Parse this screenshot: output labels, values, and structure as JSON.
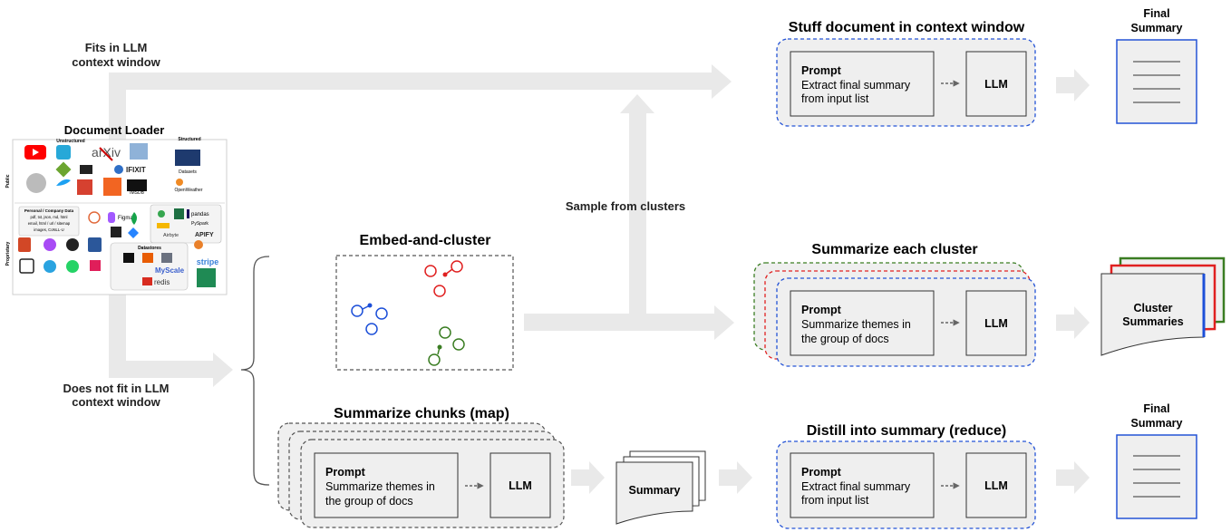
{
  "labels": {
    "fits_line1": "Fits in LLM",
    "fits_line2": "context window",
    "notfit_line1": "Does not fit in LLM",
    "notfit_line2": "context window",
    "sample": "Sample from clusters"
  },
  "loader": {
    "title": "Document Loader",
    "unstructured": "Unstructured",
    "structured": "Structured",
    "public": "Public",
    "proprietary": "Proprietary",
    "company_data_title": "Personal / Company Data",
    "company_data_l1": "pdf, txt, json, md, html",
    "company_data_l2": "email, html / url / sitemap",
    "company_data_l3": "images, CoNLL-U",
    "datastores": "Datastores",
    "arxiv": "arXiv",
    "ifixit": "IFIXIT",
    "datasets": "Datasets",
    "openweather": "OpenWeather",
    "imsdb": "IMSDB",
    "figma": "Figma",
    "pandas": "pandas",
    "pyspark": "PySpark",
    "airbyte": "Airbyte",
    "apify": "APIFY",
    "myscale": "MyScale",
    "stripe": "stripe",
    "redis": "redis"
  },
  "stuff": {
    "title": "Stuff document in context window",
    "prompt_title": "Prompt",
    "prompt_l1": "Extract final summary",
    "prompt_l2": "from input list",
    "llm": "LLM"
  },
  "final_top": {
    "line1": "Final",
    "line2": "Summary"
  },
  "embed": {
    "title": "Embed-and-cluster"
  },
  "cluster": {
    "title": "Summarize each cluster",
    "prompt_title": "Prompt",
    "prompt_l1": "Summarize themes in",
    "prompt_l2": "the group of docs",
    "llm": "LLM"
  },
  "cluster_summaries": {
    "line1": "Cluster",
    "line2": "Summaries"
  },
  "map": {
    "title": "Summarize chunks (map)",
    "prompt_title": "Prompt",
    "prompt_l1": "Summarize themes in",
    "prompt_l2": "the group of docs",
    "llm": "LLM"
  },
  "summary_stack": {
    "label": "Summary"
  },
  "reduce": {
    "title": "Distill into summary (reduce)",
    "prompt_title": "Prompt",
    "prompt_l1": "Extract final summary",
    "prompt_l2": "from input list",
    "llm": "LLM"
  },
  "final_bottom": {
    "line1": "Final",
    "line2": "Summary"
  },
  "colors": {
    "arrow": "#e9e9e9",
    "box_fill": "#efefef",
    "blue_dash": "#2453d6",
    "red": "#e02020",
    "green": "#3a7d22",
    "blue": "#1c4fd8"
  }
}
